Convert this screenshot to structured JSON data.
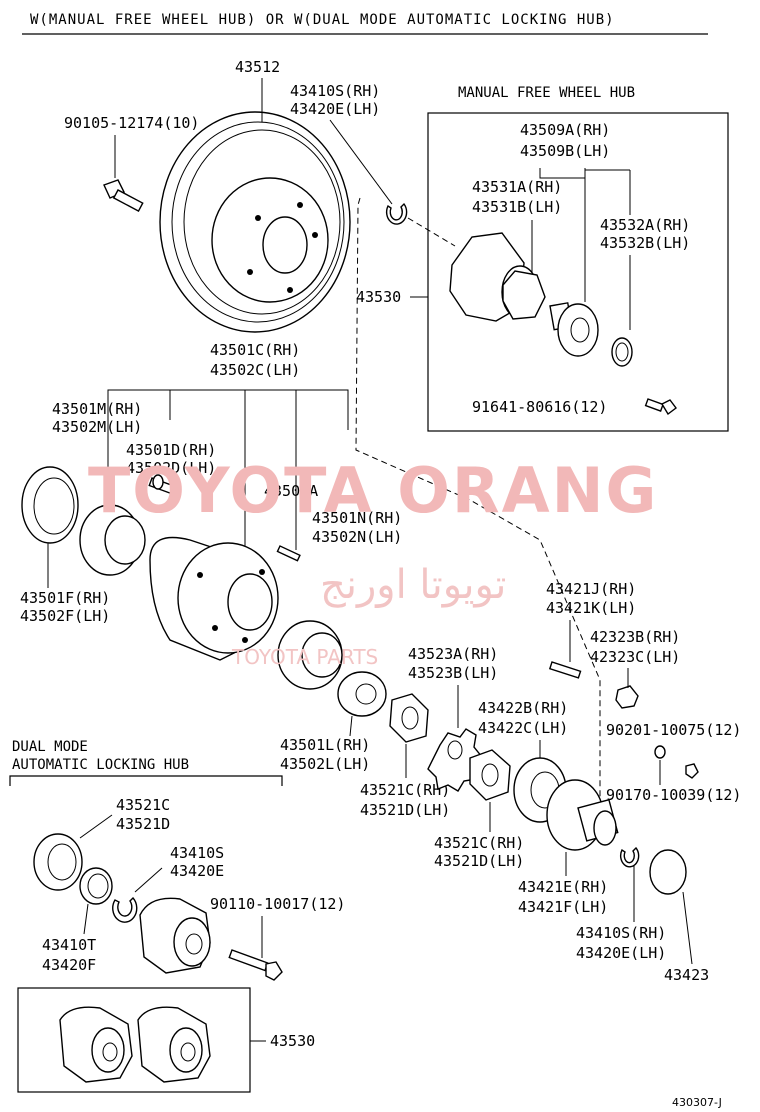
{
  "header": "W(MANUAL FREE WHEEL HUB) OR W(DUAL MODE AUTOMATIC LOCKING HUB)",
  "watermark": {
    "latin": "TOYOTA ORANG",
    "arabic": "تويوتا اورنج",
    "small": "TOYOTA PARTS"
  },
  "sections": {
    "manual_hub": "MANUAL FREE WHEEL HUB",
    "dual_hub_line1": "DUAL MODE",
    "dual_hub_line2": "AUTOMATIC LOCKING HUB"
  },
  "labels": {
    "p43512": "43512",
    "p90105": "90105-12174(10)",
    "p43410s_top": "43410S(RH)",
    "p43420e_top": "43420E(LH)",
    "p43509a": "43509A(RH)",
    "p43509b": "43509B(LH)",
    "p43531a": "43531A(RH)",
    "p43531b": "43531B(LH)",
    "p43532a": "43532A(RH)",
    "p43532b": "43532B(LH)",
    "p43530_top": "43530",
    "p91641": "91641-80616(12)",
    "p43501c": "43501C(RH)",
    "p43502c": "43502C(LH)",
    "p43501m": "43501M(RH)",
    "p43502m": "43502M(LH)",
    "p43501d": "43501D(RH)",
    "p43502d": "43502D(LH)",
    "p43502a": "43502A",
    "p43501n": "43501N(RH)",
    "p43502n": "43502N(LH)",
    "p43501f": "43501F(RH)",
    "p43502f": "43502F(LH)",
    "p43421j": "43421J(RH)",
    "p43421k": "43421K(LH)",
    "p42323b": "42323B(RH)",
    "p42323c": "42323C(LH)",
    "p43523a": "43523A(RH)",
    "p43523b": "43523B(LH)",
    "p43422b": "43422B(RH)",
    "p43422c": "43422C(LH)",
    "p90201": "90201-10075(12)",
    "p43501l": "43501L(RH)",
    "p43502l": "43502L(LH)",
    "p43521c_mid": "43521C(RH)",
    "p43521d_mid": "43521D(LH)",
    "p90170": "90170-10039(12)",
    "p43521c_low": "43521C(RH)",
    "p43521d_low": "43521D(LH)",
    "p43421e": "43421E(RH)",
    "p43421f": "43421F(LH)",
    "p43410s_low": "43410S(RH)",
    "p43420e_low": "43420E(LH)",
    "p43423": "43423",
    "p43521c_dual": "43521C",
    "p43521d_dual": "43521D",
    "p43410s_dual": "43410S",
    "p43420e_dual": "43420E",
    "p90110": "90110-10017(12)",
    "p43410t": "43410T",
    "p43420f": "43420F",
    "p43530_dual": "43530"
  },
  "diagram_code": "430307-J"
}
